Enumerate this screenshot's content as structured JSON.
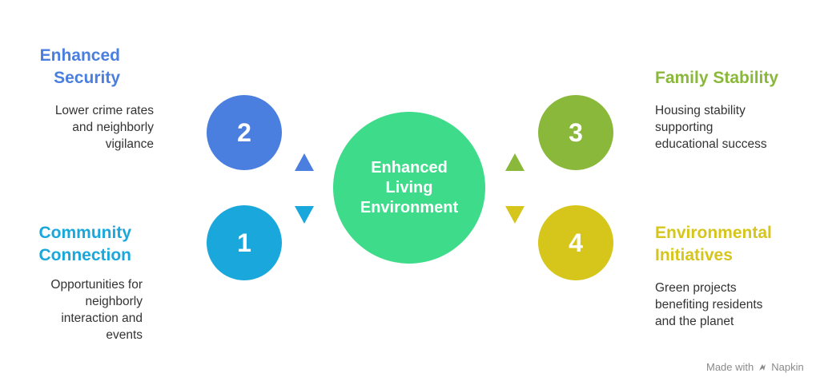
{
  "colors": {
    "center": "#3edc8a",
    "security": "#4a7fe0",
    "community": "#1aa8dc",
    "family": "#8ab83a",
    "environment": "#d6c51a"
  },
  "center": {
    "lines": [
      "Enhanced",
      "Living",
      "Environment"
    ]
  },
  "items": {
    "security": {
      "number": "2",
      "title_lines": [
        "Enhanced",
        "Security"
      ],
      "desc_lines": [
        "Lower crime rates",
        "and neighborly",
        "vigilance"
      ]
    },
    "community": {
      "number": "1",
      "title_lines": [
        "Community",
        "Connection"
      ],
      "desc_lines": [
        "Opportunities for",
        "neighborly",
        "interaction and",
        "events"
      ]
    },
    "family": {
      "number": "3",
      "title_lines": [
        "Family Stability"
      ],
      "desc_lines": [
        "Housing stability",
        "supporting",
        "educational success"
      ]
    },
    "environment": {
      "number": "4",
      "title_lines": [
        "Environmental",
        "Initiatives"
      ],
      "desc_lines": [
        "Green projects",
        "benefiting residents",
        "and the planet"
      ]
    }
  },
  "footer": {
    "made_with": "Made with",
    "brand": "Napkin",
    "brand_icon": "napkin-logo-icon"
  }
}
